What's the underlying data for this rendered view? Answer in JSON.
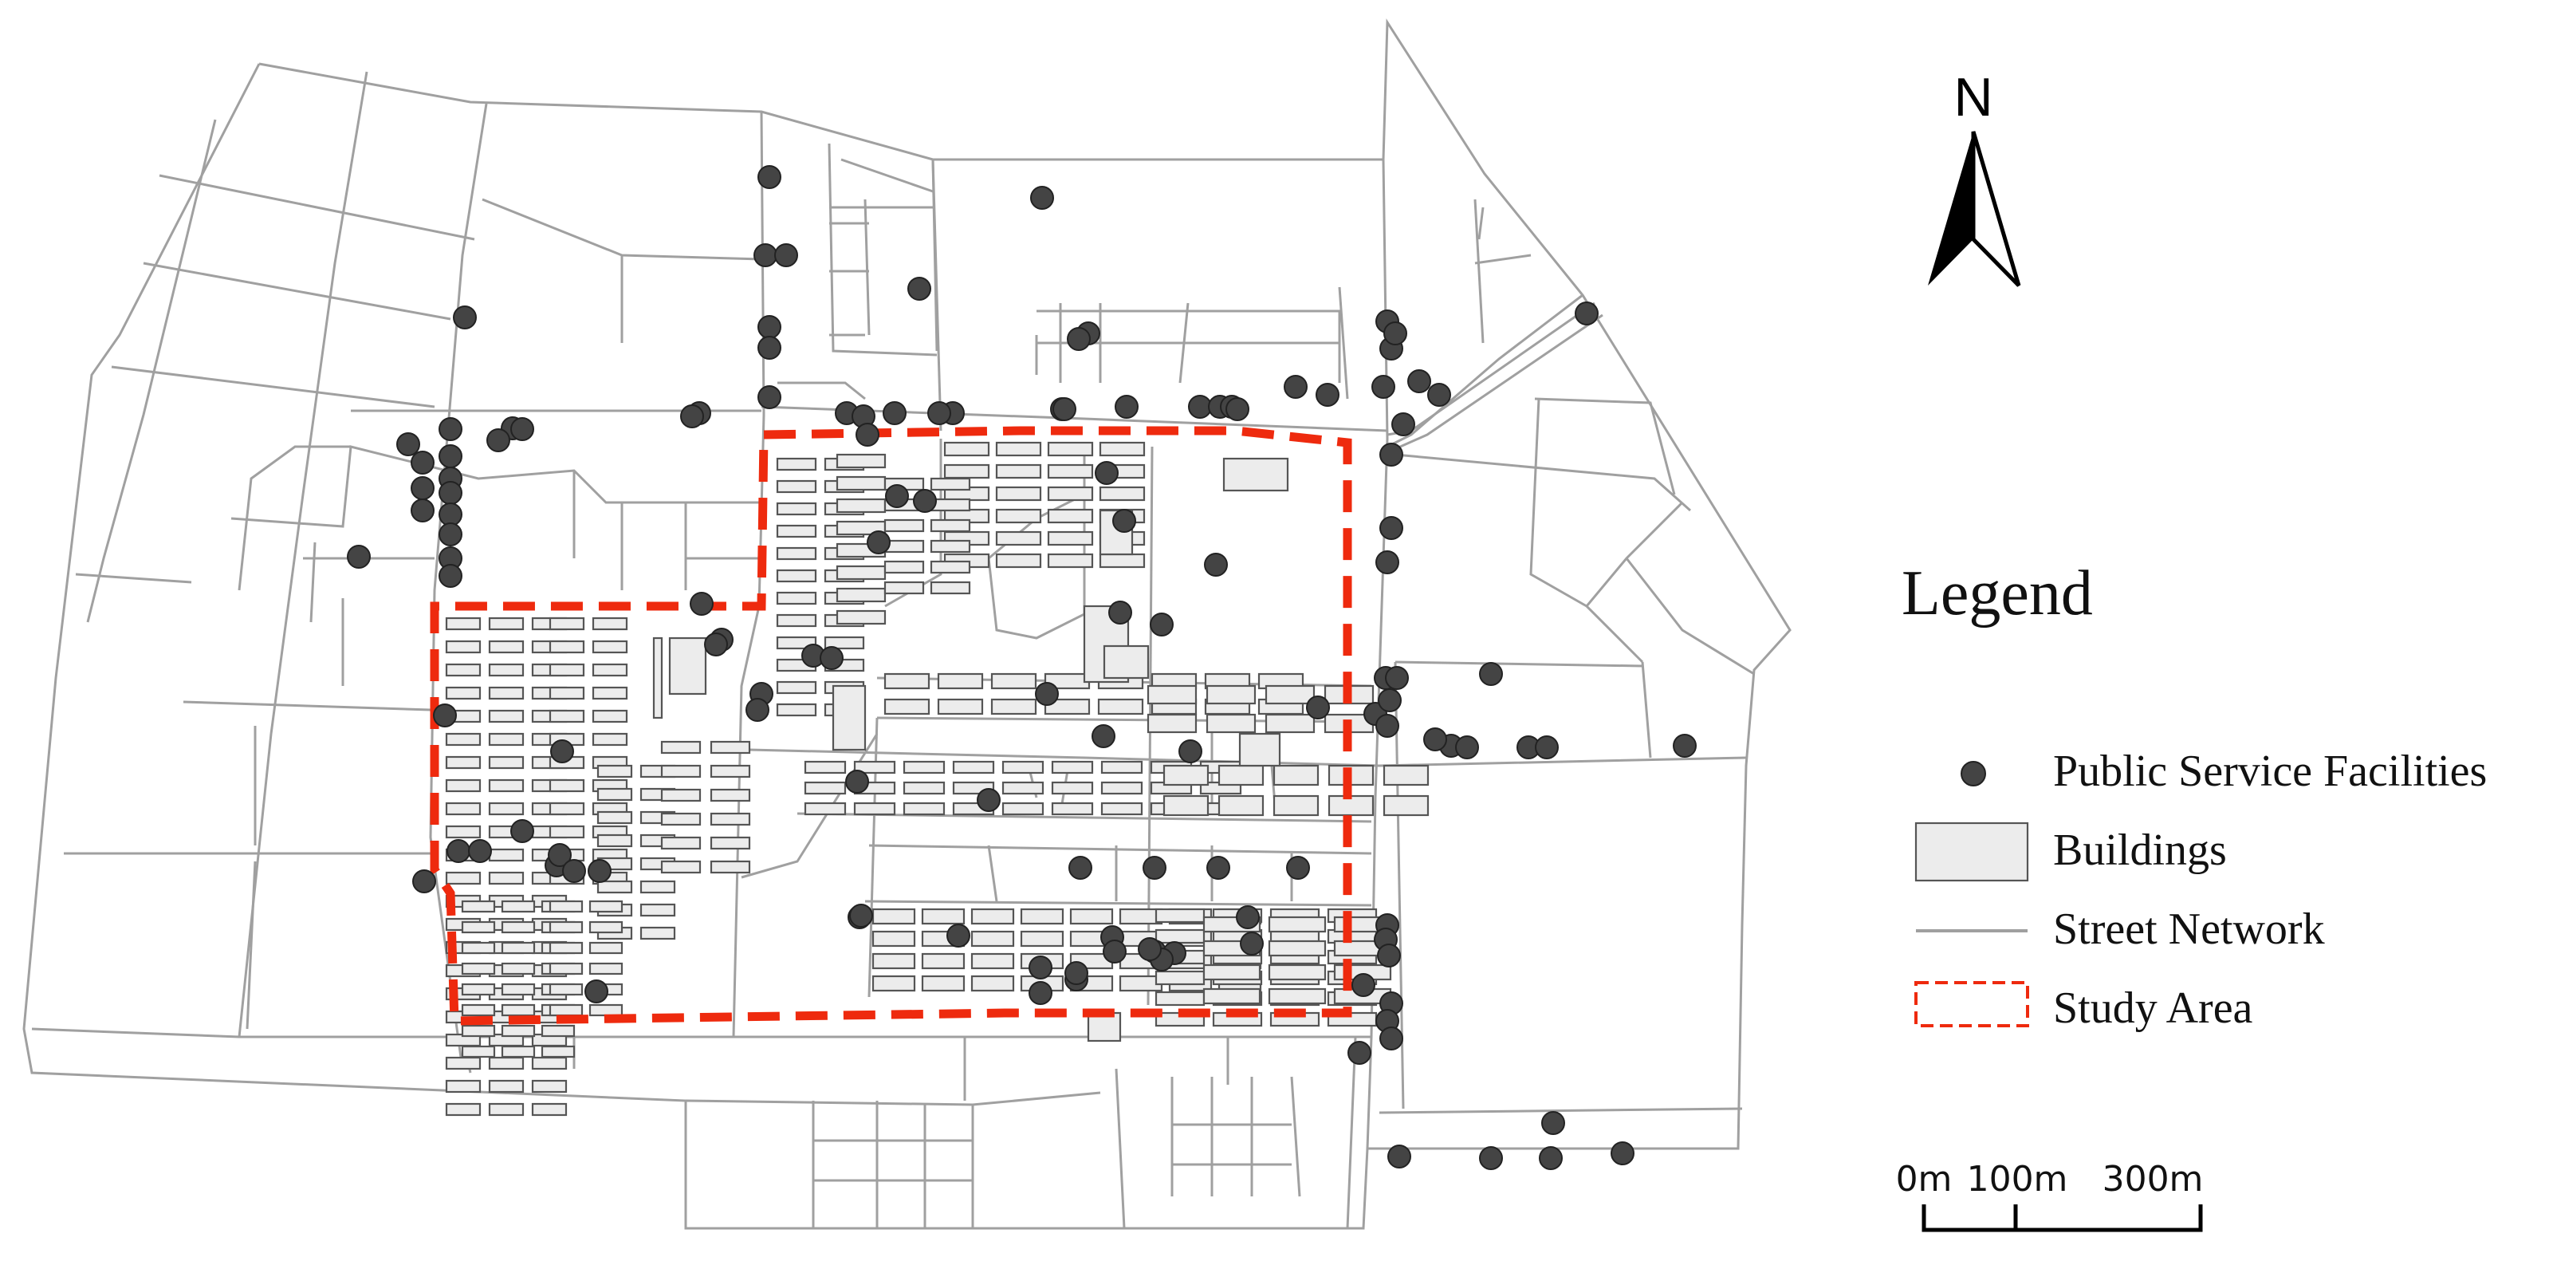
{
  "north_label": "N",
  "legend": {
    "title": "Legend",
    "items": [
      {
        "label": "Public Service Facilities",
        "symbol": "dot"
      },
      {
        "label": "Buildings",
        "symbol": "box"
      },
      {
        "label": "Street Network",
        "symbol": "line"
      },
      {
        "label": "Study Area",
        "symbol": "dashed-box"
      }
    ]
  },
  "scale_bar": {
    "labels": [
      "0m",
      "100m",
      "300m"
    ]
  },
  "colors": {
    "study_area": "#ee2a0e",
    "facility": "#444444",
    "building_fill": "#ececec",
    "street": "#a0a0a0"
  }
}
